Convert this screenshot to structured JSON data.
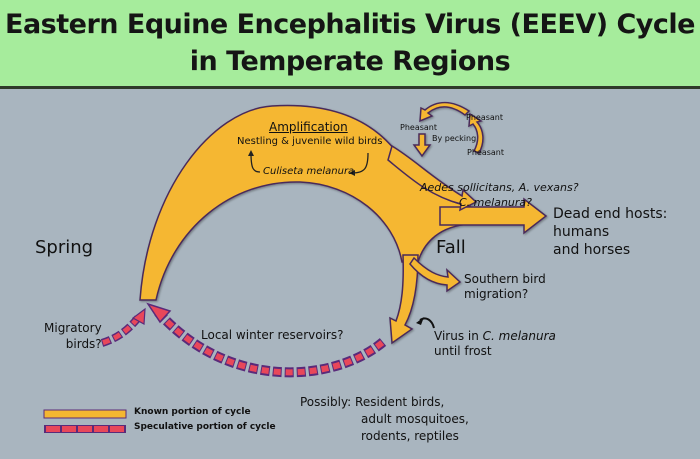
{
  "title": {
    "line1": "Eastern Equine Encephalitis Virus (EEEV) Cycle",
    "line2": "in Temperate Regions"
  },
  "amplification": {
    "heading": "Amplification",
    "hosts": "Nestling & juvenile wild birds",
    "vector": "Culiseta melanura"
  },
  "pheasant": {
    "a": "Pheasant",
    "b": "Pheasant",
    "c": "Pheasant",
    "pecking": "By pecking"
  },
  "bridge_vectors": {
    "line1": "Aedes sollicitans, A. vexans?",
    "line2": "C. melanura?"
  },
  "dead_end": {
    "line1": "Dead end hosts:",
    "line2": "humans",
    "line3": "and horses"
  },
  "seasons": {
    "spring": "Spring",
    "fall": "Fall"
  },
  "southern": {
    "line1": "Southern bird",
    "line2": "migration?"
  },
  "virus_frost": {
    "prefix": "Virus in ",
    "species": "C. melanura",
    "line2": "until frost"
  },
  "migratory": {
    "line1": "Migratory",
    "line2": "birds?"
  },
  "winter": "Local winter reservoirs?",
  "possibly": {
    "label": "Possibly:",
    "line1": "Resident birds,",
    "line2": "adult mosquitoes,",
    "line3": "rodents, reptiles"
  },
  "legend": {
    "known": "Known portion of cycle",
    "speculative": "Speculative portion of cycle"
  },
  "colors": {
    "known": "#f5b731",
    "speculative": "#e8475a",
    "outline": "#5a2a7a",
    "header": "#a6ec9c",
    "background": "#a9b5bf"
  }
}
